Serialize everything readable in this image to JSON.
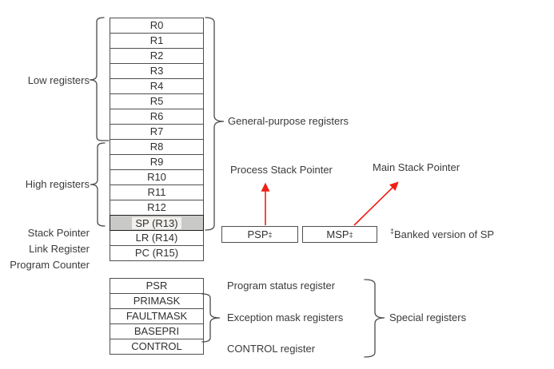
{
  "left_labels": {
    "low": "Low registers",
    "high": "High registers",
    "stack_pointer": "Stack Pointer",
    "link_register": "Link Register",
    "program_counter": "Program Counter"
  },
  "registers": {
    "general": [
      "R0",
      "R1",
      "R2",
      "R3",
      "R4",
      "R5",
      "R6",
      "R7",
      "R8",
      "R9",
      "R10",
      "R11",
      "R12"
    ],
    "sp": "SP (R13)",
    "lr": "LR (R14)",
    "pc": "PC (R15)",
    "special": [
      "PSR",
      "PRIMASK",
      "FAULTMASK",
      "BASEPRI",
      "CONTROL"
    ]
  },
  "banked": {
    "psp_label": "PSP",
    "msp_label": "MSP",
    "sup": "‡",
    "footnote": "Banked version of SP"
  },
  "right_labels": {
    "general_purpose": "General-purpose registers",
    "process_stack_pointer": "Process Stack Pointer",
    "main_stack_pointer": "Main Stack Pointer",
    "program_status": "Program status register",
    "exception_mask": "Exception mask registers",
    "control": "CONTROL register",
    "special": "Special registers"
  },
  "colors": {
    "arrow_red": "#f01e14",
    "sp_row_fill": "#c9c9c7",
    "box_border": "#4f4f4f",
    "text": "#3a3a3a"
  }
}
